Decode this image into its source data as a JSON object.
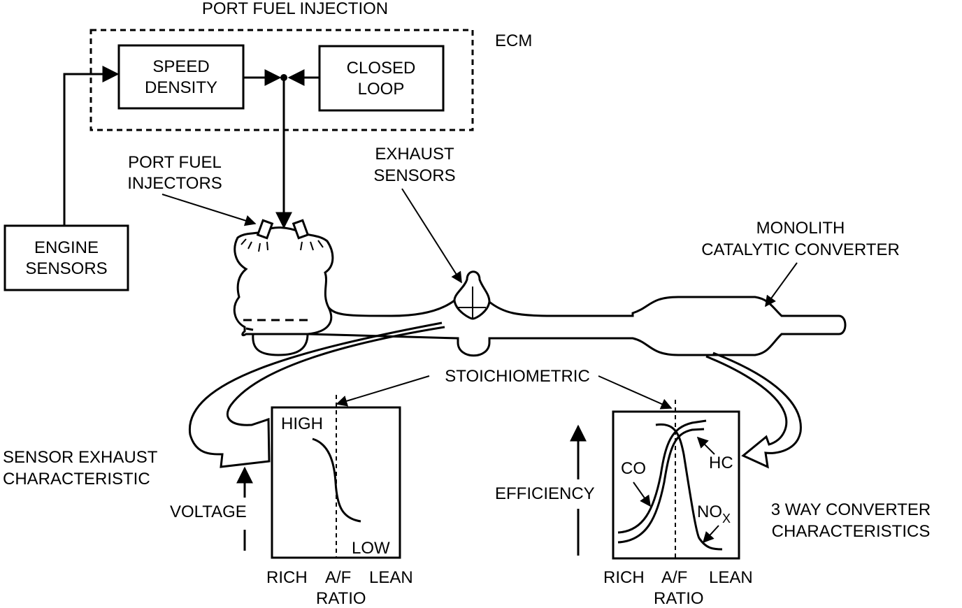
{
  "ecm": {
    "heading": "PORT FUEL INJECTION",
    "label": "ECM",
    "speed_density": [
      "SPEED",
      "DENSITY"
    ],
    "closed_loop": [
      "CLOSED",
      "LOOP"
    ]
  },
  "engine_sensors": [
    "ENGINE",
    "SENSORS"
  ],
  "port_fuel_injectors": [
    "PORT FUEL",
    "INJECTORS"
  ],
  "exhaust_sensors": [
    "EXHAUST",
    "SENSORS"
  ],
  "converter": [
    "MONOLITH",
    "CATALYTIC CONVERTER"
  ],
  "stoichiometric": "STOICHIOMETRIC",
  "sensor_chart": {
    "caption": [
      "SENSOR EXHAUST",
      "CHARACTERISTIC"
    ],
    "axis_label": "VOLTAGE",
    "high": "HIGH",
    "low": "LOW",
    "x_rich": "RICH",
    "x_af": "A/F",
    "x_lean": "LEAN",
    "x_ratio": "RATIO"
  },
  "converter_chart": {
    "caption": [
      "3 WAY CONVERTER",
      "CHARACTERISTICS"
    ],
    "axis_label": "EFFICIENCY",
    "co": "CO",
    "hc": "HC",
    "nox": "NO",
    "nox_sub": "X",
    "x_rich": "RICH",
    "x_af": "A/F",
    "x_lean": "LEAN",
    "x_ratio": "RATIO"
  }
}
